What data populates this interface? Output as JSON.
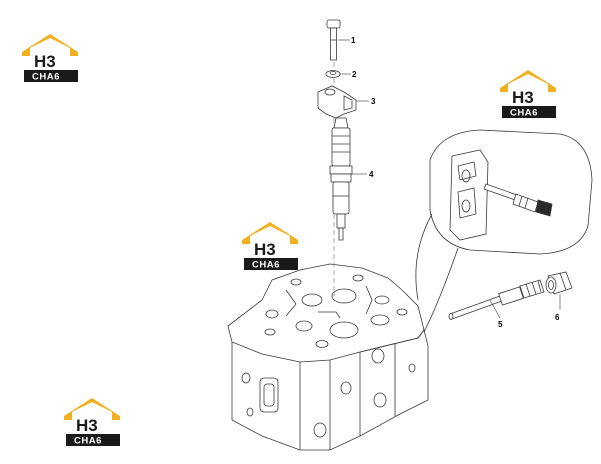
{
  "callouts": [
    {
      "id": "1",
      "label": "1"
    },
    {
      "id": "2",
      "label": "2"
    },
    {
      "id": "3",
      "label": "3"
    },
    {
      "id": "4",
      "label": "4"
    },
    {
      "id": "5",
      "label": "5"
    },
    {
      "id": "6",
      "label": "6"
    }
  ],
  "watermark": {
    "big": "H3",
    "small": "CHA6",
    "colors": {
      "roof": "#f2b01e",
      "dark": "#1a1a1a",
      "text_light": "#ffffff"
    }
  },
  "colors": {
    "line": "#3a3a3a",
    "hidden_line": "#888888",
    "background": "#ffffff"
  }
}
